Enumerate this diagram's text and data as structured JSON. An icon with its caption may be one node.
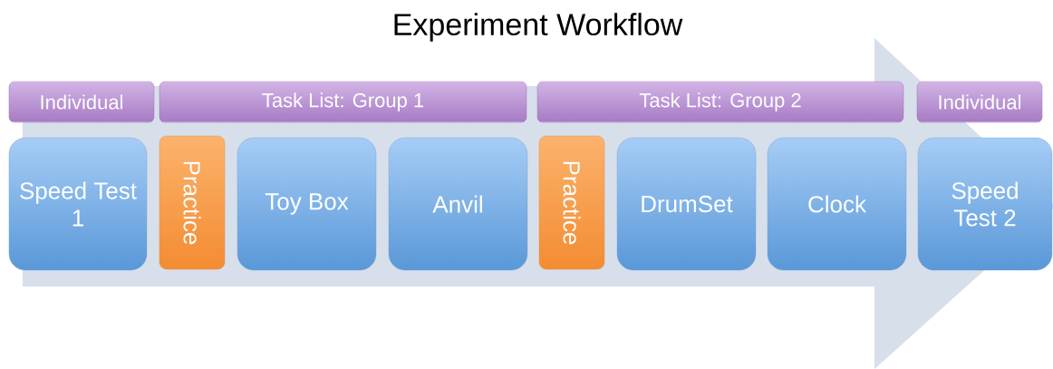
{
  "diagram": {
    "title": "Experiment Workflow",
    "nodes": [
      {
        "text": [
          "Individual"
        ]
      },
      {
        "text": [
          "Task List: Group 1"
        ]
      },
      {
        "text": [
          "Task List: Group 2"
        ]
      },
      {
        "text": [
          "Individual"
        ]
      },
      {
        "text": [
          "Speed Test 1"
        ]
      },
      {
        "text": [
          "Practice"
        ]
      },
      {
        "text": [
          "Toy Box"
        ]
      },
      {
        "text": [
          "Anvil"
        ]
      },
      {
        "text": [
          "Practice"
        ]
      },
      {
        "text": [
          "DrumSet"
        ]
      },
      {
        "text": [
          "Clock"
        ]
      },
      {
        "text": [
          "Speed Test 2"
        ]
      }
    ]
  }
}
